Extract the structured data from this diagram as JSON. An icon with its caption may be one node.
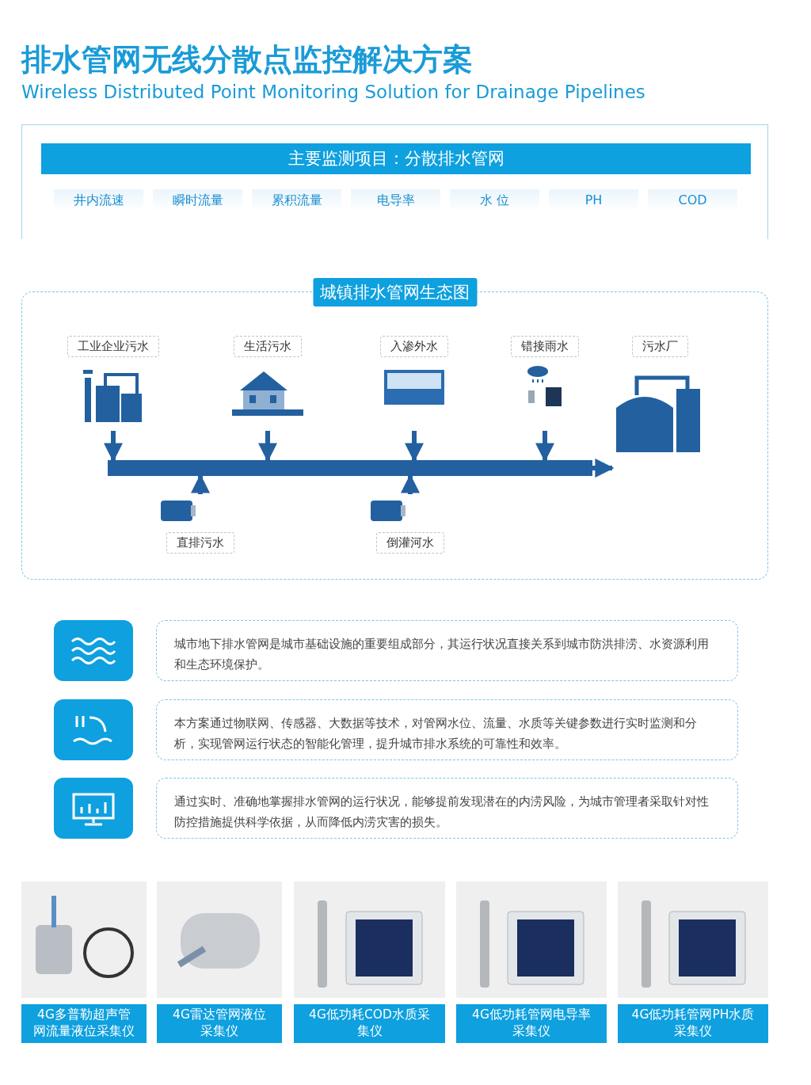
{
  "diagram": {
    "title": "排水管网无线分散点监控解决方案",
    "nodes": [
      {
        "text": [
          "主要监测项目：分散排水管网"
        ]
      },
      {
        "text": [
          "井内流速"
        ],
        "in": 0
      },
      {
        "text": [
          "瞬时流量"
        ],
        "in": 0
      },
      {
        "text": [
          "累积流量"
        ],
        "in": 0
      },
      {
        "text": [
          "电导率"
        ],
        "in": 0
      },
      {
        "text": [
          "水 位"
        ],
        "in": 0
      },
      {
        "text": [
          "PH"
        ],
        "in": 0
      },
      {
        "text": [
          "COD"
        ],
        "in": 0
      },
      {
        "text": [
          "城镇排水管网生态图"
        ]
      },
      {
        "text": [
          "工业企业污水"
        ],
        "in": 8
      },
      {
        "text": [
          "生活污水"
        ],
        "in": 8
      },
      {
        "text": [
          "入渗外水"
        ],
        "in": 8
      },
      {
        "text": [
          "错接雨水"
        ],
        "in": 8
      },
      {
        "text": [
          "污水厂"
        ],
        "in": 8
      },
      {
        "text": [
          "直排污水"
        ],
        "in": 8
      },
      {
        "text": [
          "倒灌河水"
        ],
        "in": 8
      },
      {
        "text": [],
        "shape": "bar",
        "in": 8
      },
      {
        "text": [
          "城市地下排水管网是城市基础设施的重要组成部分，其运行状况直接关系到城市防洪排涝、水资源利用和生态环境保护。"
        ]
      },
      {
        "text": [
          "本方案通过物联网、传感器、大数据等技术，对管网水位、流量、水质等关键参数进行实时监测和分析，实现管网运行状态的智能化管理，提升城市排水系统的可靠性和效率。"
        ]
      },
      {
        "text": [
          "通过实时、准确地掌握排水管网的运行状况，能够提前发现潜在的内涝风险，为城市管理者采取针对性防控措施提供科学依据，从而降低内涝灾害的损失。"
        ]
      },
      {
        "text": [
          "4G多普勒超声管网流量液位采集仪"
        ]
      },
      {
        "text": [
          "4G雷达管网液位采集仪"
        ]
      },
      {
        "text": [
          "4G低功耗COD水质采集仪"
        ]
      },
      {
        "text": [
          "4G低功耗管网电导率采集仪"
        ]
      },
      {
        "text": [
          "4G低功耗管网PH水质采集仪"
        ]
      }
    ],
    "edges": [
      {
        "from": 9,
        "to": 16,
        "arrow": "to"
      },
      {
        "from": 10,
        "to": 16,
        "arrow": "to"
      },
      {
        "from": 11,
        "to": 16,
        "arrow": "to"
      },
      {
        "from": 12,
        "to": 16,
        "arrow": "to"
      },
      {
        "from": 14,
        "to": 16,
        "arrow": "to"
      },
      {
        "from": 15,
        "to": 16,
        "arrow": "to"
      },
      {
        "from": 16,
        "to": 13,
        "arrow": "to"
      }
    ],
    "labels": [
      "Wireless Distributed Point Monitoring Solution for Drainage Pipelines"
    ]
  }
}
